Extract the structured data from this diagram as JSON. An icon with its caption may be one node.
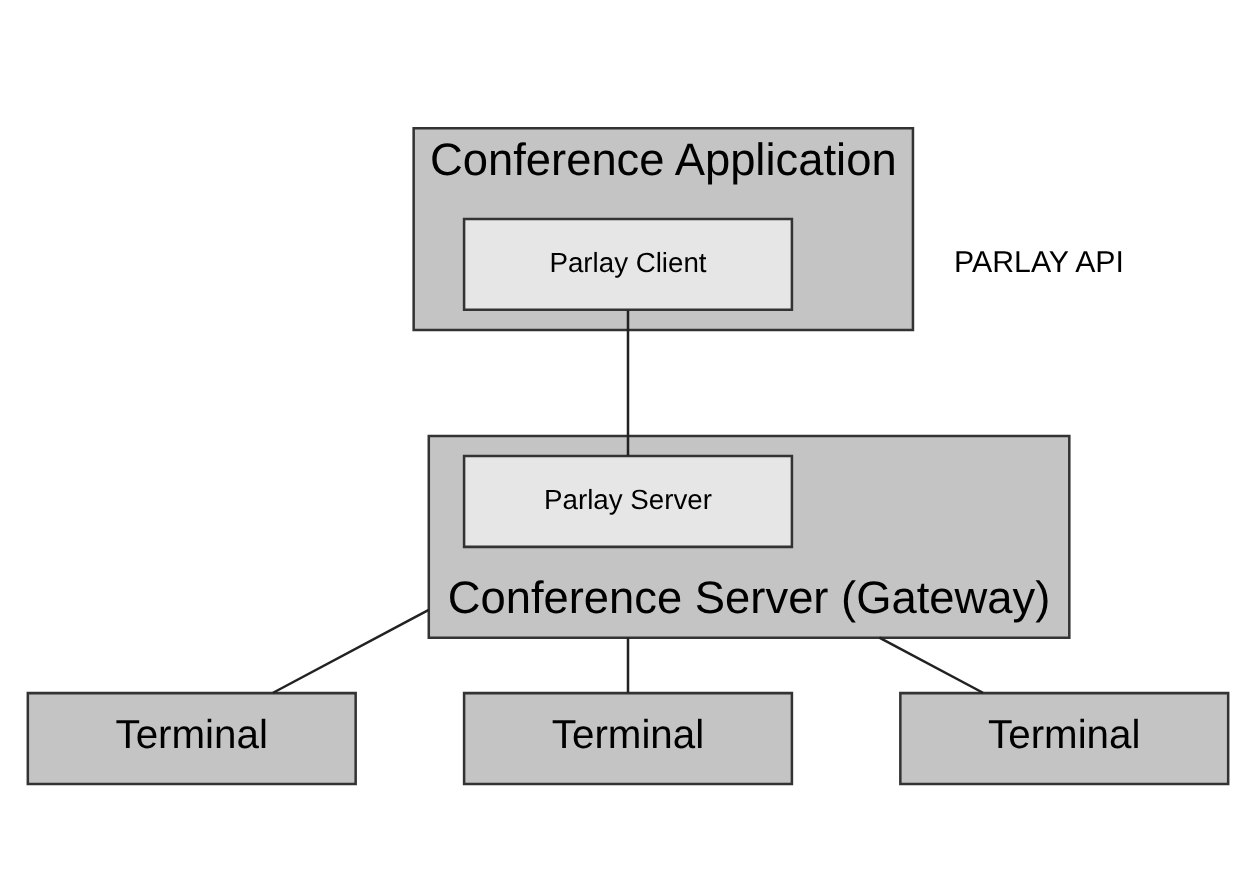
{
  "diagram": {
    "nodes": [
      {
        "text": [
          "Conference Application"
        ]
      },
      {
        "text": [
          "Parlay Client"
        ],
        "in": 0
      },
      {
        "text": [
          "Conference Server (Gateway)"
        ]
      },
      {
        "text": [
          "Parlay Server"
        ],
        "in": 2
      },
      {
        "text": [
          "Terminal"
        ]
      },
      {
        "text": [
          "Terminal"
        ]
      },
      {
        "text": [
          "Terminal"
        ]
      }
    ],
    "edges": [
      {
        "from": 1,
        "to": 3,
        "arrow": "none"
      },
      {
        "from": 2,
        "to": 4,
        "arrow": "none"
      },
      {
        "from": 2,
        "to": 5,
        "arrow": "none"
      },
      {
        "from": 2,
        "to": 6,
        "arrow": "none"
      }
    ],
    "labels": [
      "PARLAY API"
    ]
  }
}
